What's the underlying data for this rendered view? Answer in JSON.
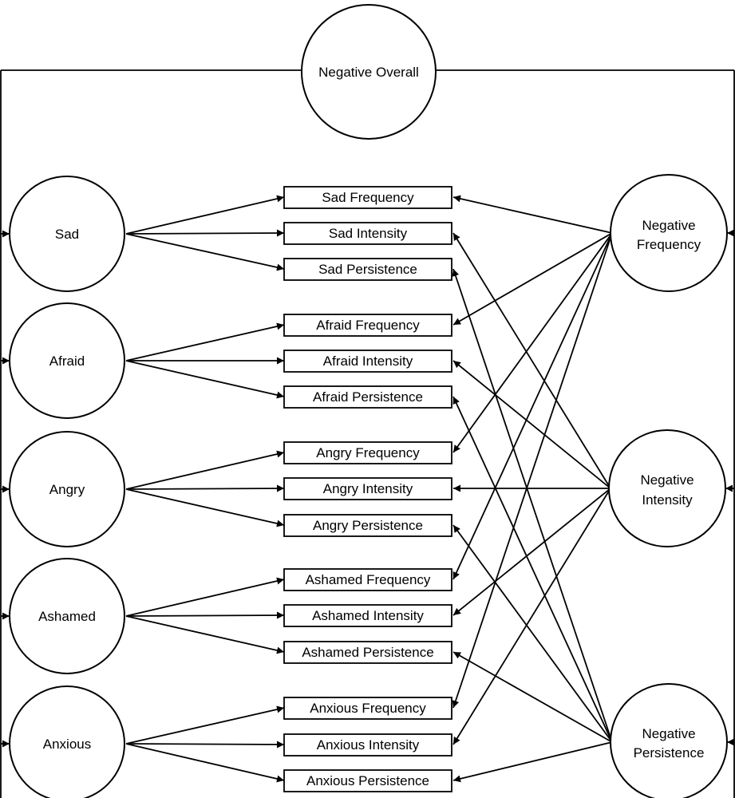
{
  "diagram": {
    "top_factor": "Negative Overall",
    "emotions": [
      "Sad",
      "Afraid",
      "Angry",
      "Ashamed",
      "Anxious"
    ],
    "dimensions": [
      [
        "Negative",
        "Frequency"
      ],
      [
        "Negative",
        "Intensity"
      ],
      [
        "Negative",
        "Persistence"
      ]
    ],
    "indicators": [
      [
        "Sad Frequency",
        "Sad Intensity",
        "Sad Persistence"
      ],
      [
        "Afraid Frequency",
        "Afraid Intensity",
        "Afraid Persistence"
      ],
      [
        "Angry Frequency",
        "Angry Intensity",
        "Angry Persistence"
      ],
      [
        "Ashamed Frequency",
        "Ashamed Intensity",
        "Ashamed Persistence"
      ],
      [
        "Anxious Frequency",
        "Anxious Intensity",
        "Anxious Persistence"
      ]
    ]
  }
}
